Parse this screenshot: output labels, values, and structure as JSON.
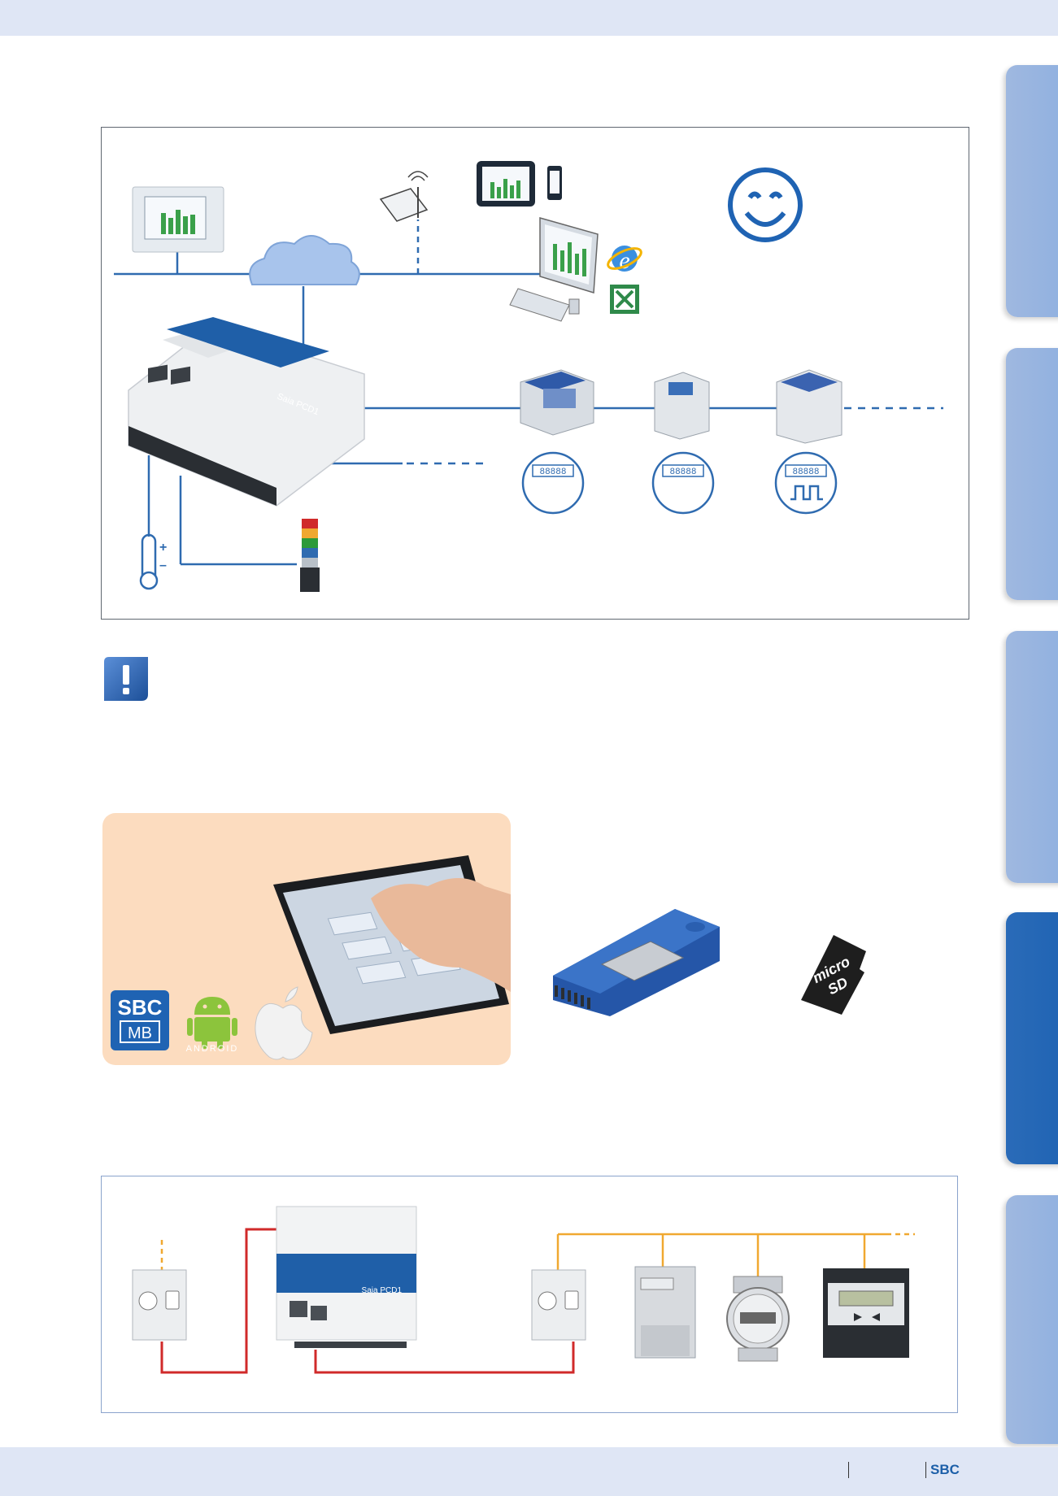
{
  "colors": {
    "header_band": "#dfe6f5",
    "accent_blue": "#1f63b3",
    "tab_blue": "#9fb8e0",
    "line_blue": "#2f6bb0",
    "bus_orange": "#f0a830",
    "bus_red": "#d02a2a",
    "peach": "#fcdcbf"
  },
  "icons": {
    "smiley": "smiley-face-icon",
    "attention": "exclamation-icon",
    "internet_explorer": "internet-explorer-icon",
    "excel": "excel-icon",
    "thermometer": "thermometer-icon",
    "router": "wifi-router-icon",
    "cloud": "cloud-icon"
  },
  "device": {
    "plc_label": "Saia PCD1",
    "plc_label_bottom": "Saia PCD1"
  },
  "meters": {
    "display_digits": "88888"
  },
  "thermometer": {
    "plus": "+",
    "minus": "–"
  },
  "logos": {
    "sbc_top": "SBC",
    "sbc_bottom": "MB",
    "android": "ANDROID",
    "microsd_line1": "micro",
    "microsd_line2": "SD"
  },
  "footer": {
    "brand": "SBC"
  }
}
